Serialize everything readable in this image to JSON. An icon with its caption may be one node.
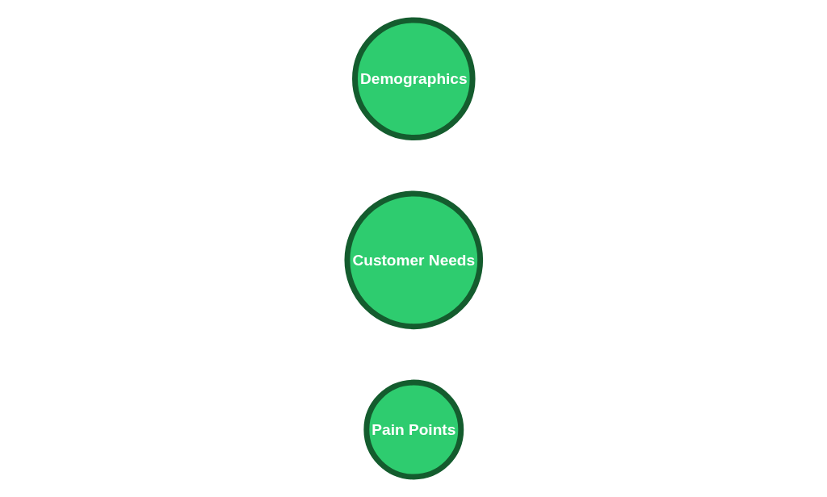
{
  "diagram": {
    "nodes": [
      {
        "text": [
          "Demographics"
        ]
      },
      {
        "text": [
          "Customer Needs"
        ]
      },
      {
        "text": [
          "Pain Points"
        ]
      }
    ]
  }
}
